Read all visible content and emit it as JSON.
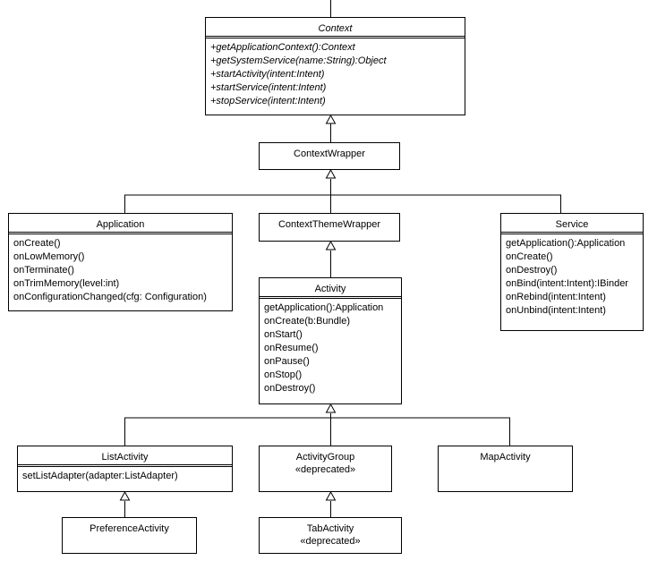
{
  "classes": {
    "context": {
      "name": "Context",
      "members": [
        "+getApplicationContext():Context",
        "+getSystemService(name:String):Object",
        "+startActivity(intent:Intent)",
        "+startService(intent:Intent)",
        "+stopService(intent:Intent)"
      ]
    },
    "context_wrapper": {
      "name": "ContextWrapper"
    },
    "application": {
      "name": "Application",
      "members": [
        "onCreate()",
        "onLowMemory()",
        "onTerminate()",
        "onTrimMemory(level:int)",
        "onConfigurationChanged(cfg: Configuration)"
      ]
    },
    "context_theme_wrapper": {
      "name": "ContextThemeWrapper"
    },
    "service": {
      "name": "Service",
      "members": [
        "getApplication():Application",
        "onCreate()",
        "onDestroy()",
        "onBind(intent:Intent):IBinder",
        "onRebind(intent:Intent)",
        "onUnbind(intent:Intent)"
      ]
    },
    "activity": {
      "name": "Activity",
      "members": [
        "getApplication():Application",
        "onCreate(b:Bundle)",
        "onStart()",
        "onResume()",
        "onPause()",
        "onStop()",
        "onDestroy()"
      ]
    },
    "list_activity": {
      "name": "ListActivity",
      "members": [
        "setListAdapter(adapter:ListAdapter)"
      ]
    },
    "activity_group": {
      "name": "ActivityGroup",
      "stereotype": "«deprecated»"
    },
    "map_activity": {
      "name": "MapActivity"
    },
    "preference_activity": {
      "name": "PreferenceActivity"
    },
    "tab_activity": {
      "name": "TabActivity",
      "stereotype": "«deprecated»"
    }
  }
}
